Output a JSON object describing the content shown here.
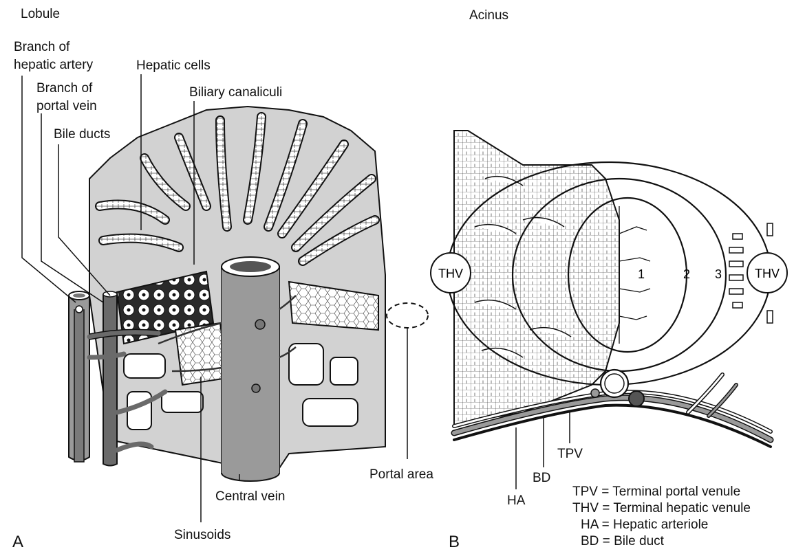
{
  "panel_a": {
    "title": "Lobule",
    "letter": "A",
    "labels": {
      "hepatic_artery_branch": [
        "Branch of",
        "hepatic artery"
      ],
      "portal_vein_branch": [
        "Branch of",
        "portal vein"
      ],
      "bile_ducts": "Bile ducts",
      "hepatic_cells": "Hepatic cells",
      "biliary_canaliculi": "Biliary canaliculi",
      "portal_area": "Portal area",
      "central_vein": "Central vein",
      "sinusoids": "Sinusoids"
    }
  },
  "panel_b": {
    "title": "Acinus",
    "letter": "B",
    "vein_left": "THV",
    "vein_right": "THV",
    "zones": [
      "1",
      "2",
      "3"
    ],
    "labels": {
      "tpv": "TPV",
      "bd": "BD",
      "ha": "HA"
    },
    "legend": [
      {
        "abbr": "TPV",
        "sep": " = ",
        "text": "Terminal portal venule"
      },
      {
        "abbr": "THV",
        "sep": " = ",
        "text": "Terminal hepatic venule"
      },
      {
        "abbr": "HA",
        "sep": " = ",
        "text": "Hepatic arteriole"
      },
      {
        "abbr": "BD",
        "sep": " = ",
        "text": "Bile duct"
      }
    ]
  },
  "colors": {
    "line": "#111111",
    "tissue": "#d2d2d2",
    "vessel": "#9a9a9a",
    "dark_vessel": "#6a6a6a"
  }
}
